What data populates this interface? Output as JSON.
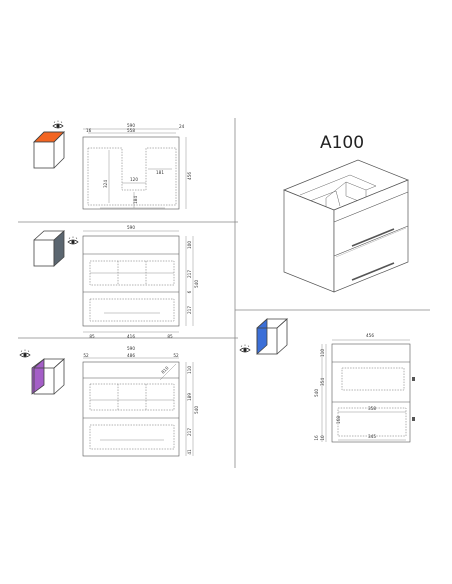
{
  "title": "A100",
  "colors": {
    "top_view": "#f26522",
    "front_view": "#5b6670",
    "side_view": "#a45ec7",
    "section_view": "#3b6fd8",
    "line": "#555555"
  },
  "icons": {
    "eye": "eye-icon"
  },
  "top_plan": {
    "overall_width": "590",
    "inner_width": "558",
    "left_edge": "16",
    "right_edge": "24",
    "depth": "456",
    "cutout_width": "120",
    "cutout_depth": "324",
    "side_depth": "181",
    "inner_small": "184"
  },
  "front_view": {
    "overall_width": "590",
    "top_height": "100",
    "drawer_height_1": "217",
    "drawer_height_2": "217",
    "total_height": "540",
    "gap": "6",
    "offset_left": "85",
    "inner_width": "416",
    "offset_right": "85"
  },
  "back_view": {
    "overall_width": "590",
    "left_edge": "52",
    "inner_width": "486",
    "right_edge": "52",
    "diagonal": "810",
    "top_height": "110",
    "mid_height": "189",
    "drawer_height": "217",
    "total_height": "540",
    "bottom_height": "41"
  },
  "side_section": {
    "depth": "456",
    "top_height": "110",
    "drawer_height": "354",
    "total_height": "540",
    "inner_depth": "358",
    "bottom_depth": "345",
    "small_height": "168",
    "base_1": "16",
    "base_2": "10"
  }
}
